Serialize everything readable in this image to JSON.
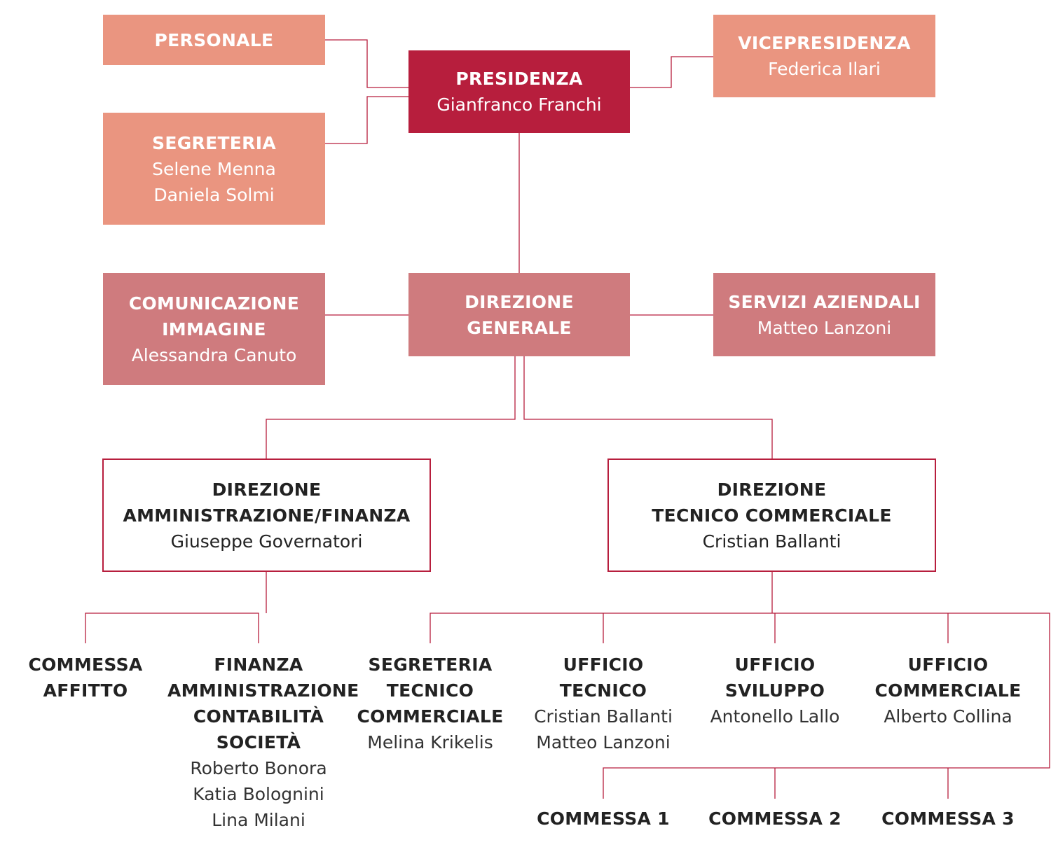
{
  "colors": {
    "light": "#ea9580",
    "top": "#b71e3d",
    "mid": "#cf7b7e",
    "line": "#b71e3d"
  },
  "personale": {
    "title": "PERSONALE"
  },
  "presidenza": {
    "title": "PRESIDENZA",
    "name": "Gianfranco Franchi"
  },
  "vicepresidenza": {
    "title": "VICEPRESIDENZA",
    "name": "Federica Ilari"
  },
  "segreteria": {
    "title": "SEGRETERIA",
    "names": [
      "Selene Menna",
      "Daniela Solmi"
    ]
  },
  "comunicazione": {
    "title_lines": [
      "COMUNICAZIONE",
      "IMMAGINE"
    ],
    "name": "Alessandra Canuto"
  },
  "direzione_generale": {
    "title_lines": [
      "DIREZIONE",
      "GENERALE"
    ]
  },
  "servizi": {
    "title": "SERVIZI AZIENDALI",
    "name": "Matteo Lanzoni"
  },
  "dir_amm": {
    "title_lines": [
      "DIREZIONE",
      "AMMINISTRAZIONE/FINANZA"
    ],
    "name": "Giuseppe Governatori"
  },
  "dir_tec": {
    "title_lines": [
      "DIREZIONE",
      "TECNICO COMMERCIALE"
    ],
    "name": "Cristian Ballanti"
  },
  "commessa_affitto": {
    "title_lines": [
      "COMMESSA",
      "AFFITTO"
    ]
  },
  "finanza": {
    "title_lines": [
      "FINANZA",
      "AMMINISTRAZIONE",
      "CONTABILITÀ",
      "SOCIETÀ"
    ],
    "names": [
      "Roberto Bonora",
      "Katia Bolognini",
      "Lina Milani"
    ]
  },
  "segreteria_tec": {
    "title_lines": [
      "SEGRETERIA",
      "TECNICO",
      "COMMERCIALE"
    ],
    "name": "Melina Krikelis"
  },
  "ufficio_tecnico": {
    "title_lines": [
      "UFFICIO",
      "TECNICO"
    ],
    "names": [
      "Cristian Ballanti",
      "Matteo Lanzoni"
    ]
  },
  "ufficio_sviluppo": {
    "title_lines": [
      "UFFICIO",
      "SVILUPPO"
    ],
    "name": "Antonello Lallo"
  },
  "ufficio_commerciale": {
    "title_lines": [
      "UFFICIO",
      "COMMERCIALE"
    ],
    "name": "Alberto Collina"
  },
  "commesse": [
    "COMMESSA 1",
    "COMMESSA 2",
    "COMMESSA 3"
  ]
}
